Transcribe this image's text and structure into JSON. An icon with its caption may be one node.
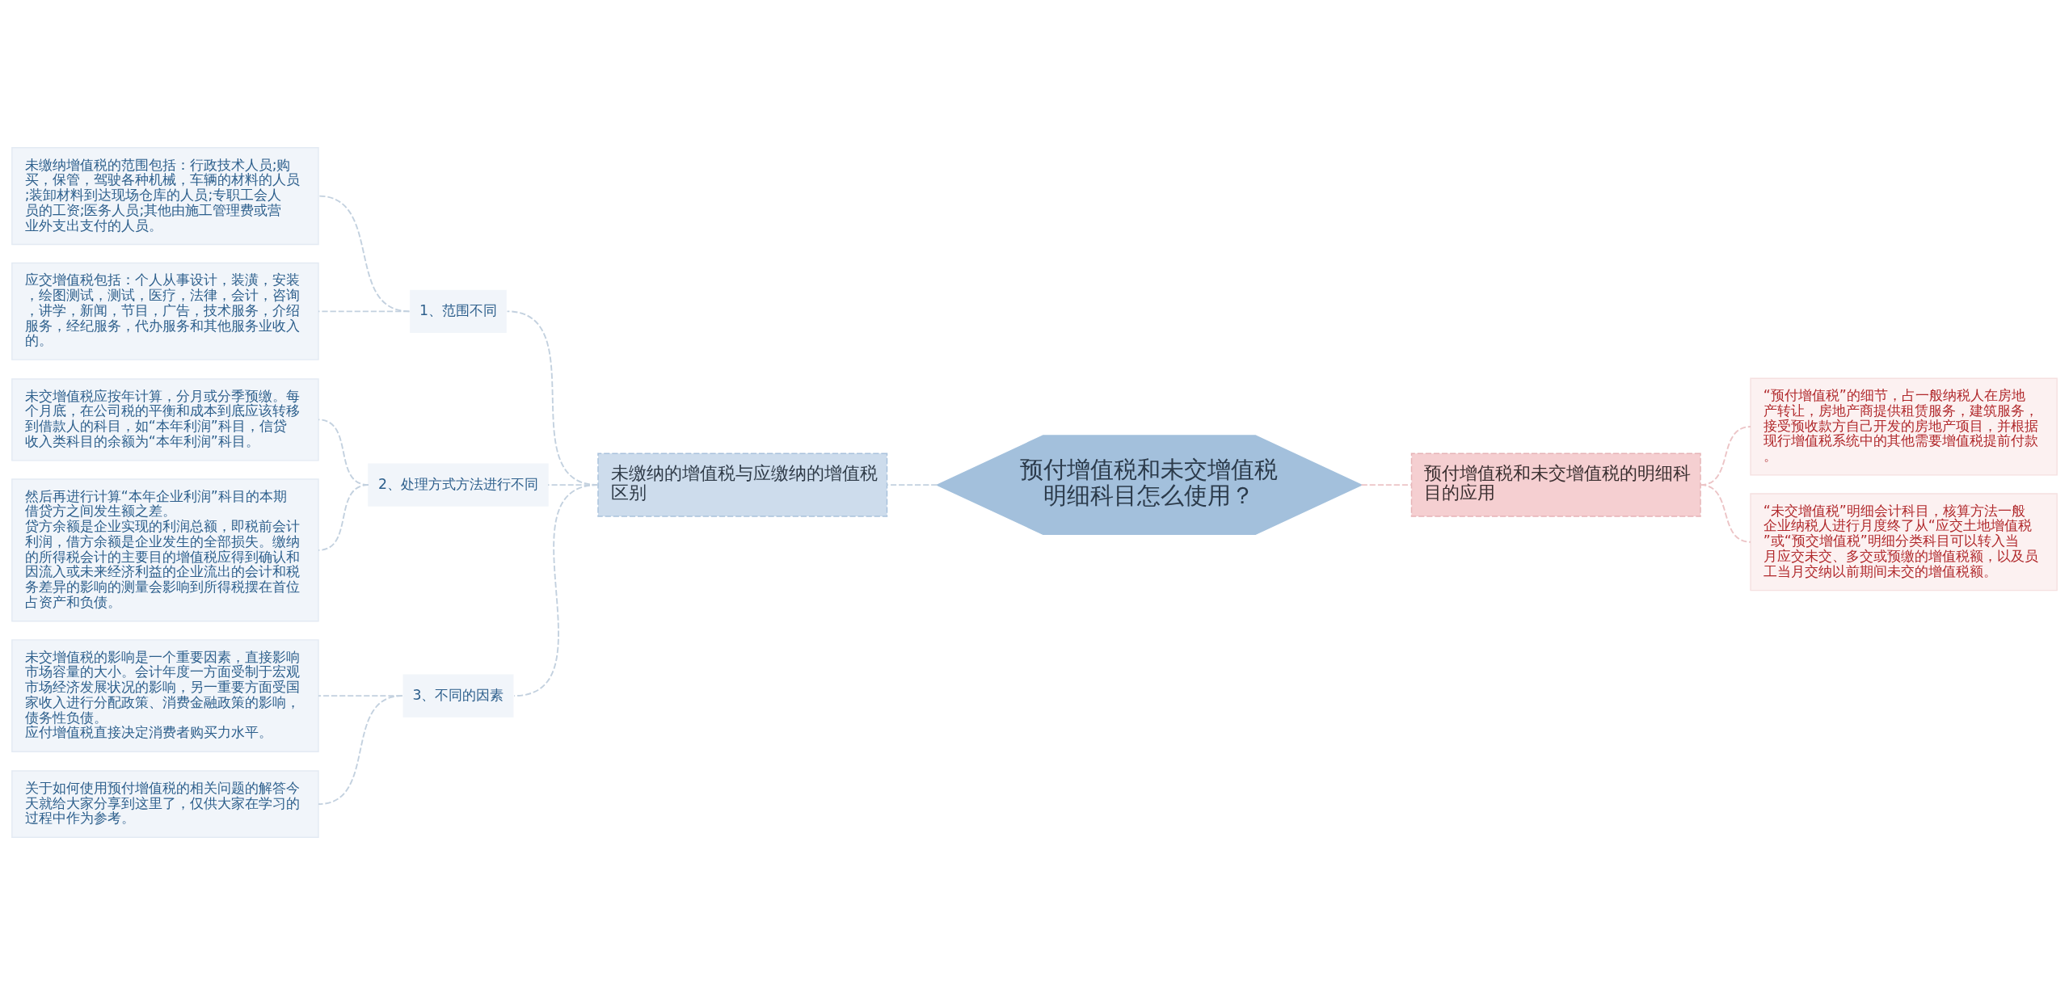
{
  "diagram": {
    "nodes": [
      {
        "text": [
          "预付增值税和未交增值税明细科目怎么使用？"
        ]
      },
      {
        "text": [
          "未缴纳的增值税与应缴纳的增值税区别"
        ]
      },
      {
        "text": [
          "1、范围不同"
        ]
      },
      {
        "text": [
          "未缴纳增值税的范围包括：行政技术人员;购买，保管，驾驶各种机械，车辆的材料的人员;装卸材料到达现场仓库的人员;专职工会人员的工资;医务人员;其他由施工管理费或营业外支出支付的人员。"
        ]
      },
      {
        "text": [
          "应交增值税包括：个人从事设计，装潢，安装，绘图测试，测试，医疗，法律，会计，咨询，讲学，新闻，节目，广告，技术服务，介绍服务，经纪服务，代办服务和其他服务业收入的。"
        ]
      },
      {
        "text": [
          "2、处理方式方法进行不同"
        ]
      },
      {
        "text": [
          "未交增值税应按年计算，分月或分季预缴。每个月底，在公司税的平衡和成本到底应该转移到借款人的科目，如“本年利润”科目，信贷收入类科目的余额为“本年利润”科目。"
        ]
      },
      {
        "text": [
          "然后再进行计算“本年企业利润”科目的本期借贷方之间发生额之差。",
          "贷方余额是企业实现的利润总额，即税前会计利润，借方余额是企业发生的全部损失。缴纳的所得税会计的主要目的增值税应得到确认和因流入或未来经济利益的企业流出的会计和税务差异的影响的测量会影响到所得税摆在首位占资产和负债。"
        ]
      },
      {
        "text": [
          "3、不同的因素"
        ]
      },
      {
        "text": [
          "未交增值税的影响是一个重要因素，直接影响市场容量的大小。会计年度一方面受制于宏观市场经济发展状况的影响，另一重要方面受国家收入进行分配政策、消费金融政策的影响，债务性负债。",
          "应付增值税直接决定消费者购买力水平。"
        ]
      },
      {
        "text": [
          "关于如何使用预付增值税的相关问题的解答今天就给大家分享到这里了，仅供大家在学习的过程中作为参考。"
        ]
      },
      {
        "text": [
          "预付增值税和未交增值税的明细科目的应用"
        ]
      },
      {
        "text": [
          "“预付增值税”的细节，占一般纳税人在房地产转让，房地产商提供租赁服务，建筑服务，接受预收款方自己开发的房地产项目，并根据现行增值税系统中的其他需要增值税提前付款。"
        ]
      },
      {
        "text": [
          "“未交增值税”明细会计科目，核算方法一般企业纳税人进行月度终了从“应交土地增值税”或“预交增值税”明细分类科目可以转入当月应交未交、多交或预缴的增值税额，以及员工当月交纳以前期间未交的增值税额。"
        ]
      }
    ],
    "edges": [
      {
        "from": 0,
        "to": 1,
        "arrow": "none",
        "style": "dashed"
      },
      {
        "from": 1,
        "to": 2,
        "arrow": "none",
        "style": "dashed"
      },
      {
        "from": 2,
        "to": 3,
        "arrow": "none",
        "style": "dashed"
      },
      {
        "from": 2,
        "to": 4,
        "arrow": "none",
        "style": "dashed"
      },
      {
        "from": 1,
        "to": 5,
        "arrow": "none",
        "style": "dashed"
      },
      {
        "from": 5,
        "to": 6,
        "arrow": "none",
        "style": "dashed"
      },
      {
        "from": 5,
        "to": 7,
        "arrow": "none",
        "style": "dashed"
      },
      {
        "from": 1,
        "to": 8,
        "arrow": "none",
        "style": "dashed"
      },
      {
        "from": 8,
        "to": 9,
        "arrow": "none",
        "style": "dashed"
      },
      {
        "from": 8,
        "to": 10,
        "arrow": "none",
        "style": "dashed"
      },
      {
        "from": 0,
        "to": 11,
        "arrow": "none",
        "style": "dashed",
        "color": "#ecc4c6"
      },
      {
        "from": 11,
        "to": 12,
        "arrow": "none",
        "style": "dashed",
        "color": "#ecc4c6"
      },
      {
        "from": 11,
        "to": 13,
        "arrow": "none",
        "style": "dashed",
        "color": "#ecc4c6"
      }
    ]
  }
}
